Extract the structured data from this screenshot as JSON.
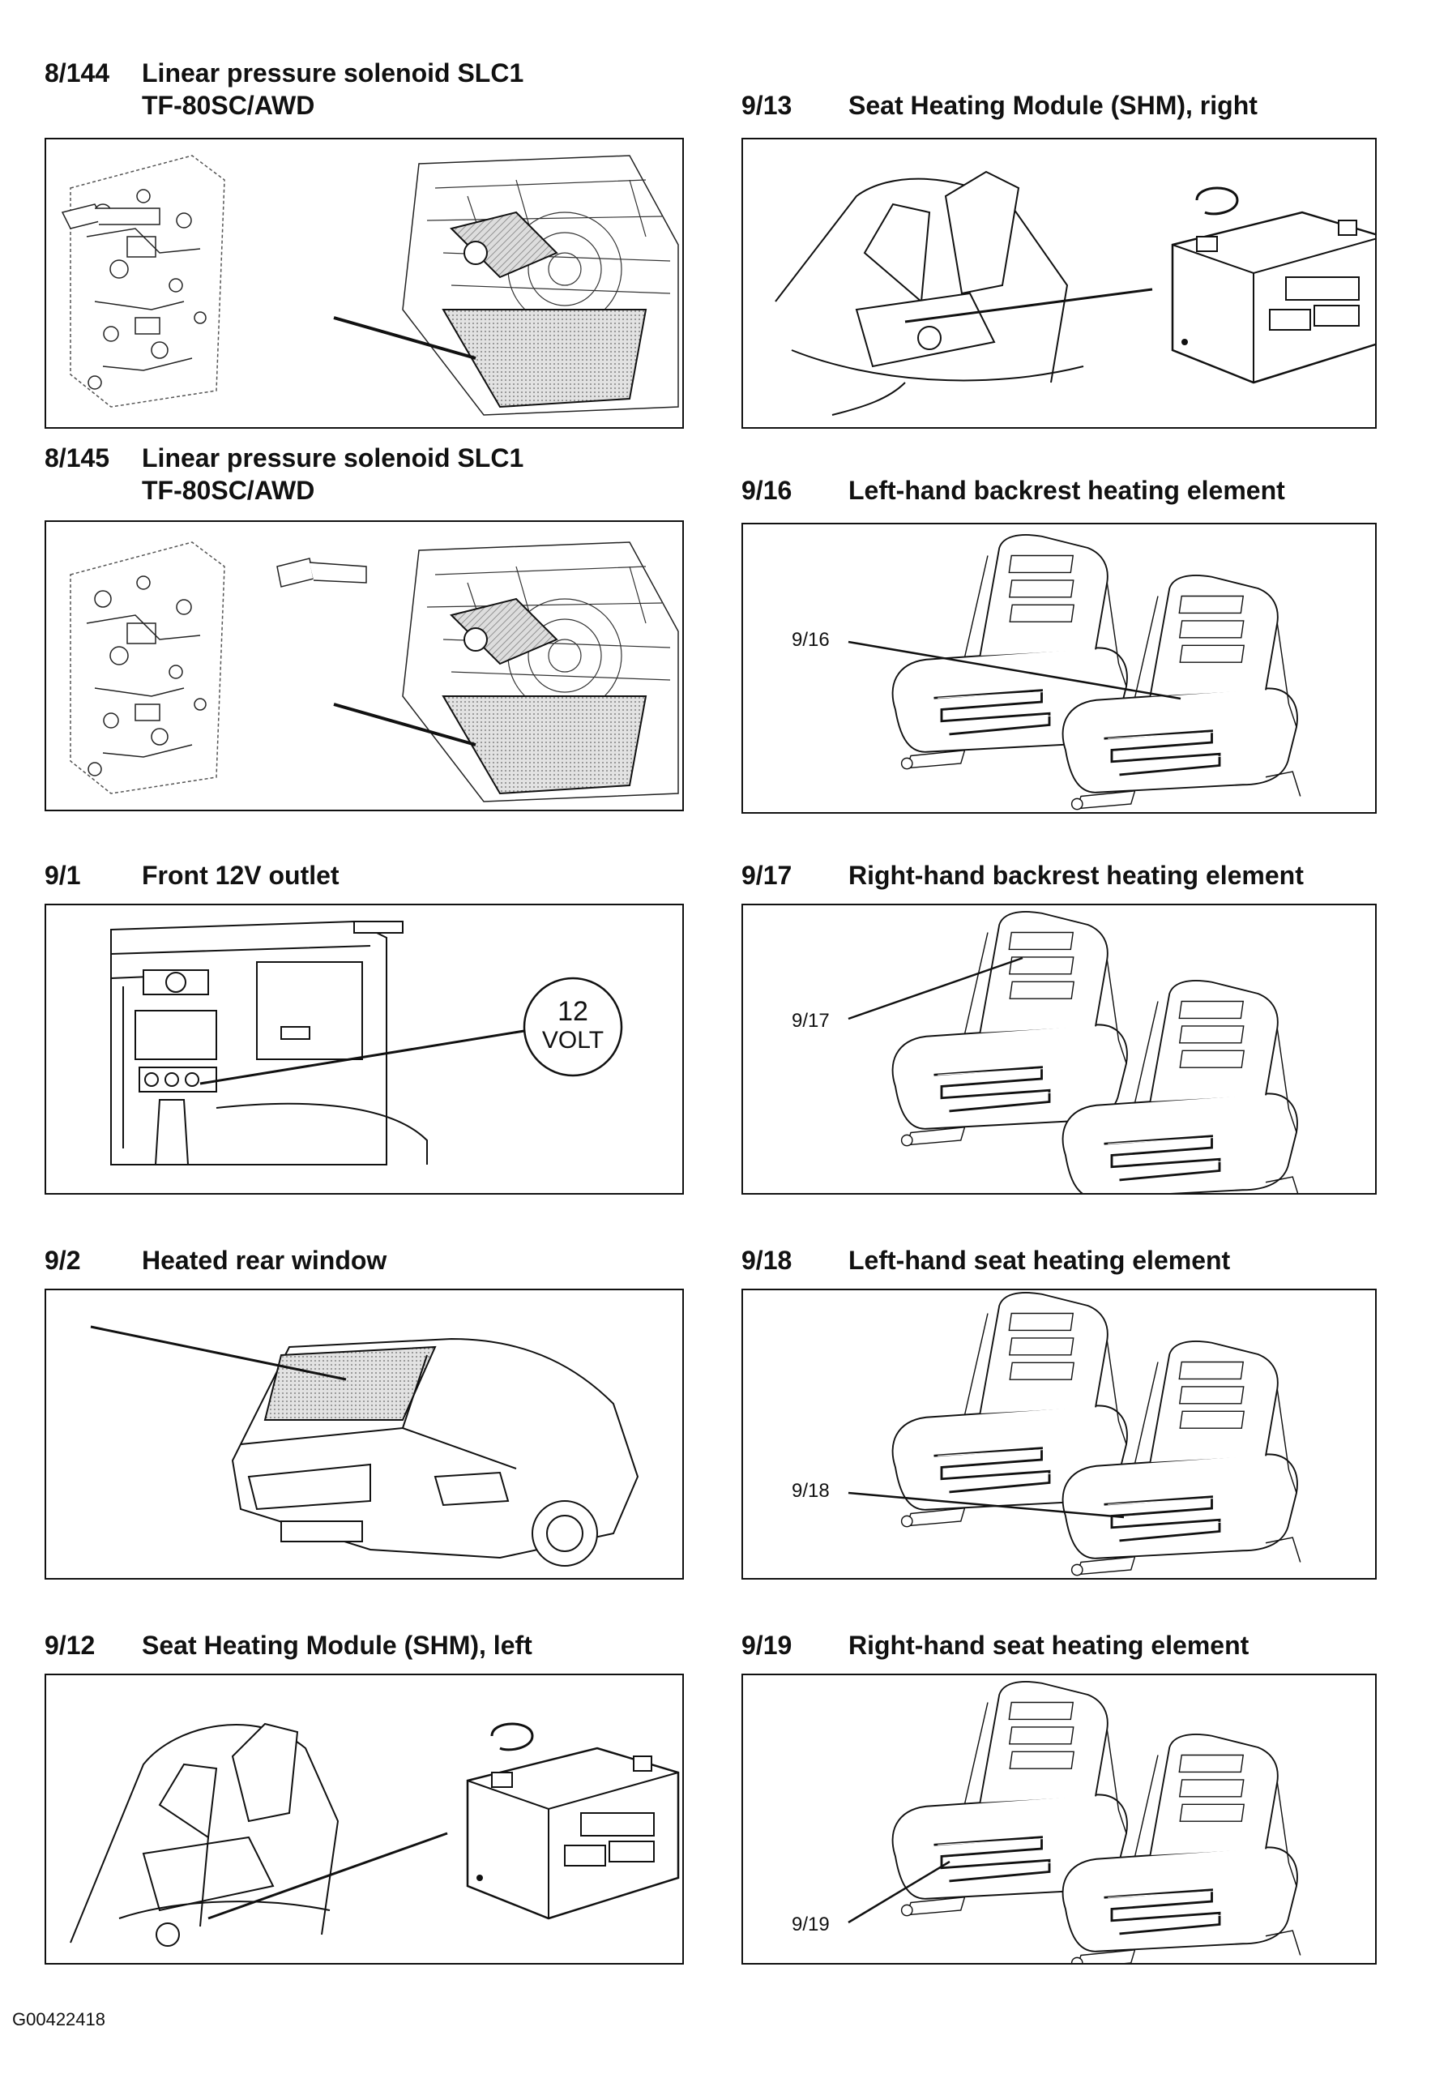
{
  "document_id": "G00422418",
  "left_column": [
    {
      "code": "8/144",
      "title_line1": "Linear pressure solenoid SLC1",
      "title_line2": "TF-80SC/AWD",
      "icon": "transmission-valve-body-illustration"
    },
    {
      "code": "8/145",
      "title_line1": "Linear pressure solenoid SLC1",
      "title_line2": "TF-80SC/AWD",
      "icon": "transmission-valve-body-illustration"
    },
    {
      "code": "9/1",
      "title_line1": "Front 12V outlet",
      "title_line2": "",
      "icon": "dashboard-outlet-illustration",
      "badge_line1": "12",
      "badge_line2": "VOLT"
    },
    {
      "code": "9/2",
      "title_line1": "Heated rear window",
      "title_line2": "",
      "icon": "car-rear-window-illustration"
    },
    {
      "code": "9/12",
      "title_line1": "Seat Heating Module (SHM), left",
      "title_line2": "",
      "icon": "seat-heating-module-illustration"
    }
  ],
  "right_column": [
    {
      "code": "9/13",
      "title_line1": "Seat Heating Module (SHM), right",
      "icon": "seat-heating-module-illustration"
    },
    {
      "code": "9/16",
      "title_line1": "Left-hand backrest heating element",
      "icon": "seat-heating-element-illustration",
      "callout": "9/16"
    },
    {
      "code": "9/17",
      "title_line1": "Right-hand backrest heating element",
      "icon": "seat-heating-element-illustration",
      "callout": "9/17"
    },
    {
      "code": "9/18",
      "title_line1": "Left-hand seat heating element",
      "icon": "seat-heating-element-illustration",
      "callout": "9/18"
    },
    {
      "code": "9/19",
      "title_line1": "Right-hand seat heating element",
      "icon": "seat-heating-element-illustration",
      "callout": "9/19"
    }
  ]
}
